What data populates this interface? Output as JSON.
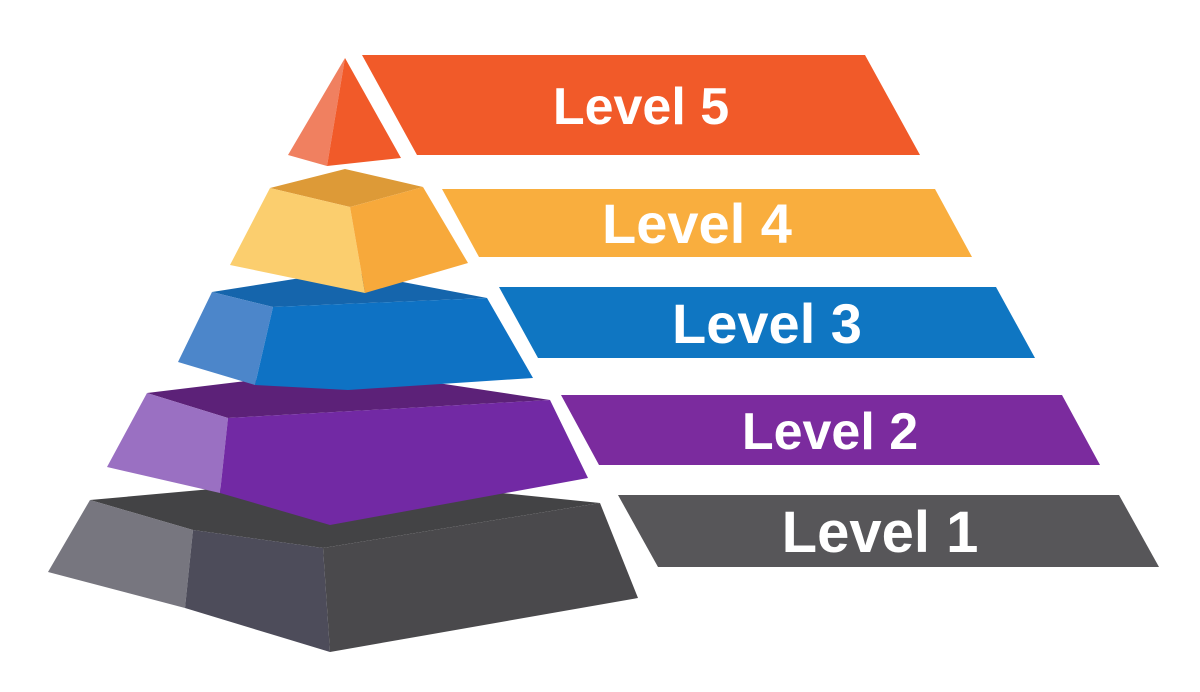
{
  "diagram": {
    "type": "pyramid-infographic",
    "background": "#FFFFFF",
    "label_color": "#FFFFFF",
    "levels": [
      {
        "rank": 5,
        "label": "Level 5",
        "band_color": "#F15A29",
        "face_light": "#F08060",
        "face_main": "#F15A29"
      },
      {
        "rank": 4,
        "label": "Level 4",
        "band_color": "#F9AE3E",
        "face_light": "#FBCE6E",
        "face_main": "#F7A93B",
        "face_top": "#DD9A37"
      },
      {
        "rank": 3,
        "label": "Level 3",
        "band_color": "#0F76C2",
        "face_light": "#4C86CA",
        "face_main": "#0E72C4",
        "face_top": "#1565AC"
      },
      {
        "rank": 2,
        "label": "Level 2",
        "band_color": "#7B2B9E",
        "face_light": "#9A70C2",
        "face_main": "#7229A4",
        "face_top": "#5C2178"
      },
      {
        "rank": 1,
        "label": "Level 1",
        "band_color": "#575659",
        "face_light": "#77767F",
        "face_front_left": "#4D4C5A",
        "face_main": "#4A494C",
        "face_top": "#434345"
      }
    ]
  }
}
